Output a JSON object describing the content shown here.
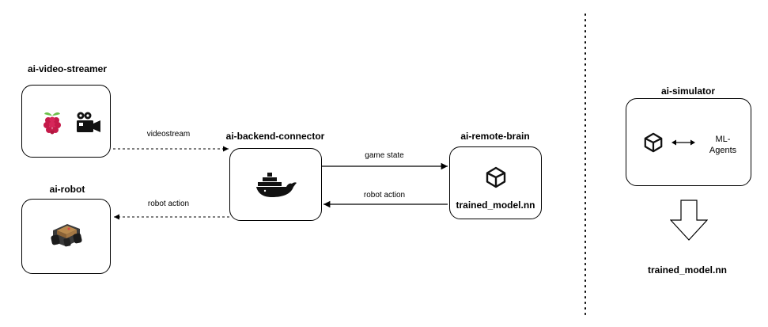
{
  "nodes": {
    "video_streamer": {
      "title": "ai-video-streamer"
    },
    "robot": {
      "title": "ai-robot"
    },
    "backend": {
      "title": "ai-backend-connector"
    },
    "remote_brain": {
      "title": "ai-remote-brain",
      "model": "trained_model.nn"
    },
    "simulator": {
      "title": "ai-simulator",
      "ml_agents": "ML-\nAgents"
    },
    "sim_output": {
      "label": "trained_model.nn"
    }
  },
  "edges": {
    "videostream": "videostream",
    "robot_action_out": "robot action",
    "game_state": "game state",
    "robot_action_in": "robot action"
  },
  "icons": {
    "raspberry": "raspberry-pi-icon",
    "camera": "video-camera-icon",
    "robot": "robot-chassis-icon",
    "docker": "docker-whale-icon",
    "unity_brain": "unity-logo-icon",
    "unity_sim": "unity-logo-icon",
    "arrow_down": "down-arrow-icon"
  },
  "colors": {
    "raspberry_red": "#c51a4a",
    "raspberry_leaf": "#6cc04a",
    "robot_wood": "#b98a4e"
  }
}
